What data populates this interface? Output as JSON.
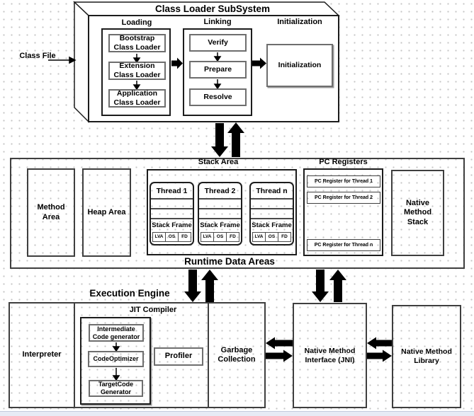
{
  "colors": {
    "line_black": "#1c1c1c",
    "inner_border_gray": "#6e6e6e",
    "dot_grid": "#c6c6c6",
    "bottom_strip": "#e7ebf5"
  },
  "class_file": {
    "label": "Class File"
  },
  "class_loader": {
    "title": "Class Loader SubSystem",
    "loading": {
      "label": "Loading",
      "items": [
        "Bootstrap Class Loader",
        "Extension Class Loader",
        "Application Class Loader"
      ]
    },
    "linking": {
      "label": "Linking",
      "items": [
        "Verify",
        "Prepare",
        "Resolve"
      ]
    },
    "initialization": {
      "label": "Initialization",
      "box": "Initialization"
    }
  },
  "runtime": {
    "title": "Runtime Data Areas",
    "method_area": "Method Area",
    "heap_area": "Heap Area",
    "stack_area": {
      "label": "Stack Area",
      "threads": [
        {
          "title": "Thread 1",
          "frame": "Stack Frame",
          "cells": [
            "LVA",
            "OS",
            "FD"
          ]
        },
        {
          "title": "Thread 2",
          "frame": "Stack Frame",
          "cells": [
            "LVA",
            "OS",
            "FD"
          ]
        },
        {
          "title": "Thread n",
          "frame": "Stack Frame",
          "cells": [
            "LVA",
            "OS",
            "FD"
          ]
        }
      ]
    },
    "pc_registers": {
      "label": "PC Registers",
      "items": [
        "PC Register for Thread 1",
        "PC Register for Thread 2",
        "PC Register for Thread n"
      ]
    },
    "native_method_stack": "Native Method Stack"
  },
  "execution_engine": {
    "title": "Execution Engine",
    "interpreter": "Interpreter",
    "jit": {
      "label": "JIT Compiler",
      "items": [
        "Intermediate Code generator",
        "CodeOptimizer",
        "TargetCode Generator"
      ],
      "profiler": "Profiler"
    },
    "garbage_collection": "Garbage Collection"
  },
  "jni": {
    "label": "Native Method Interface (JNI)"
  },
  "native_method_library": {
    "label": "Native Method Library"
  }
}
